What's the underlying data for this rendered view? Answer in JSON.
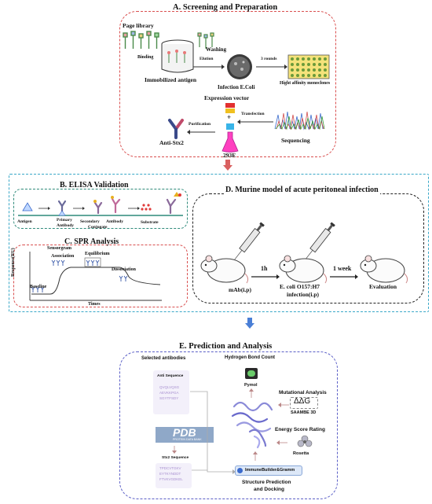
{
  "panelA": {
    "title": "A. Screening and Preparation",
    "page_library": "Page library",
    "binding": "Binding",
    "washing": "Washing",
    "elution": "Elution",
    "immobilized_antigen": "Immobilized antigen",
    "infection": "Infection E.Coli",
    "rounds": "3 rounds",
    "monoclones": "Hight affinity monoclones",
    "expression_vector": "Expression vector",
    "plus": "+",
    "purification": "Purification",
    "transfection": "Transfection",
    "anti_stx2": "Anti-Stx2",
    "sequencing": "Sequencing",
    "cell_293e": "293E"
  },
  "panelB": {
    "title": "B. ELISA Validation",
    "antigen": "Antigen",
    "primary": "Primary",
    "antibody": "Antibody",
    "secondary": "Secondary",
    "antibody2": "Antibody",
    "conjugate": "Conjugate",
    "substrate": "Substrate"
  },
  "panelC": {
    "title": "C. SPR Analysis",
    "sensorgram": "Sensorgram",
    "association": "Association",
    "equilibrium": "Equilibrium",
    "dissociation": "Dissociation",
    "baseline": "Baseline",
    "ylabel": "Response(RU)",
    "xlabel": "Times"
  },
  "panelD": {
    "title": "D. Murine model of acute peritoneal infection",
    "mab": "mAb(i.p)",
    "t1": "1h",
    "ecoli1": "E. coli O157:H7",
    "ecoli2": "infection(i.p)",
    "week": "1 week",
    "evaluation": "Evaluation"
  },
  "panelE": {
    "title": "E. Prediction and Analysis",
    "selected": "Selected antibodies",
    "hbond": "Hydrogen Bond Count",
    "anti_seq": "Anti Sequence",
    "anti_seq_lines": [
      "QVQLVQSG",
      "AEVKKPGA",
      "SGYTFSDY"
    ],
    "pymol": "Pymol",
    "mutational": "Mutational Analysis",
    "delta": "ΔΔG",
    "saambe": "SAAMBE 3D",
    "pdb": "PDB",
    "pdb_sub": "PROTEIN DATA BANK",
    "energy": "Energy Score Rating",
    "rosetta": "Rosetta",
    "stx2_seq": "Stx2 Sequence",
    "stx2_lines": [
      "TPDCVTGKV",
      "EYTKYNDDT",
      "FTVKVGDKEL"
    ],
    "immune": "ImmuneBuilder&Gramm",
    "structure1": "Structure Prediction",
    "structure2": "and Docking"
  },
  "colors": {
    "red_dash": "#d94f4f",
    "teal_dash": "#3aa8c8",
    "green_dash": "#2f8a7a",
    "black_dash": "#222222",
    "blue_dash": "#5b5fc7",
    "arrow_red": "#d96060",
    "arrow_blue": "#4a7fd6"
  }
}
